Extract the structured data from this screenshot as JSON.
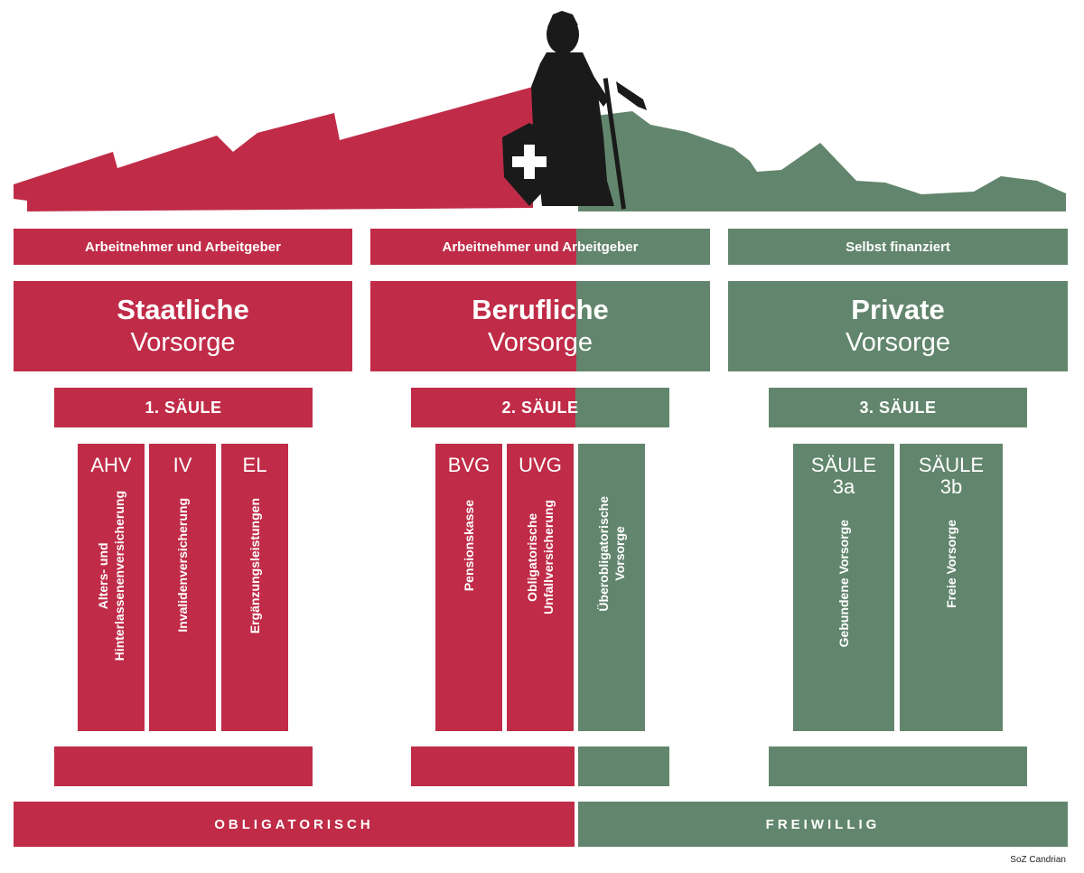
{
  "top_bands": [
    "Arbeitnehmer und Arbeitgeber",
    "Arbeitnehmer und Arbeitgeber",
    "Selbst finanziert"
  ],
  "headers": [
    {
      "line1": "Staatliche",
      "line2": "Vorsorge"
    },
    {
      "line1": "Berufliche",
      "line2": "Vorsorge"
    },
    {
      "line1": "Private",
      "line2": "Vorsorge"
    }
  ],
  "pillars": [
    "1. SÄULE",
    "2. SÄULE",
    "3. SÄULE"
  ],
  "columns": [
    {
      "abbr": "AHV",
      "label": "Alters- und\nHinterlassenenversicherung"
    },
    {
      "abbr": "IV",
      "label": "Invalidenversicherung"
    },
    {
      "abbr": "EL",
      "label": "Ergänzungsleistungen"
    },
    {
      "abbr": "BVG",
      "label": "Pensionskasse"
    },
    {
      "abbr": "UVG",
      "label": "Obligatorische\nUnfallversicherung"
    },
    {
      "abbr": "",
      "label": "Überobligatorische\nVorsorge"
    },
    {
      "abbr": "SÄULE\n3a",
      "label": "Gebundene Vorsorge"
    },
    {
      "abbr": "SÄULE\n3b",
      "label": "Freie Vorsorge"
    }
  ],
  "footer": {
    "left": "OBLIGATORISCH",
    "right": "FREIWILLIG"
  },
  "credit": "SoZ Candrian",
  "colors": {
    "red": "#c02c48",
    "green": "#62866d",
    "figure": "#1a1a1a"
  },
  "icons": [
    "helvetia-figure-icon",
    "swiss-cross-icon"
  ]
}
